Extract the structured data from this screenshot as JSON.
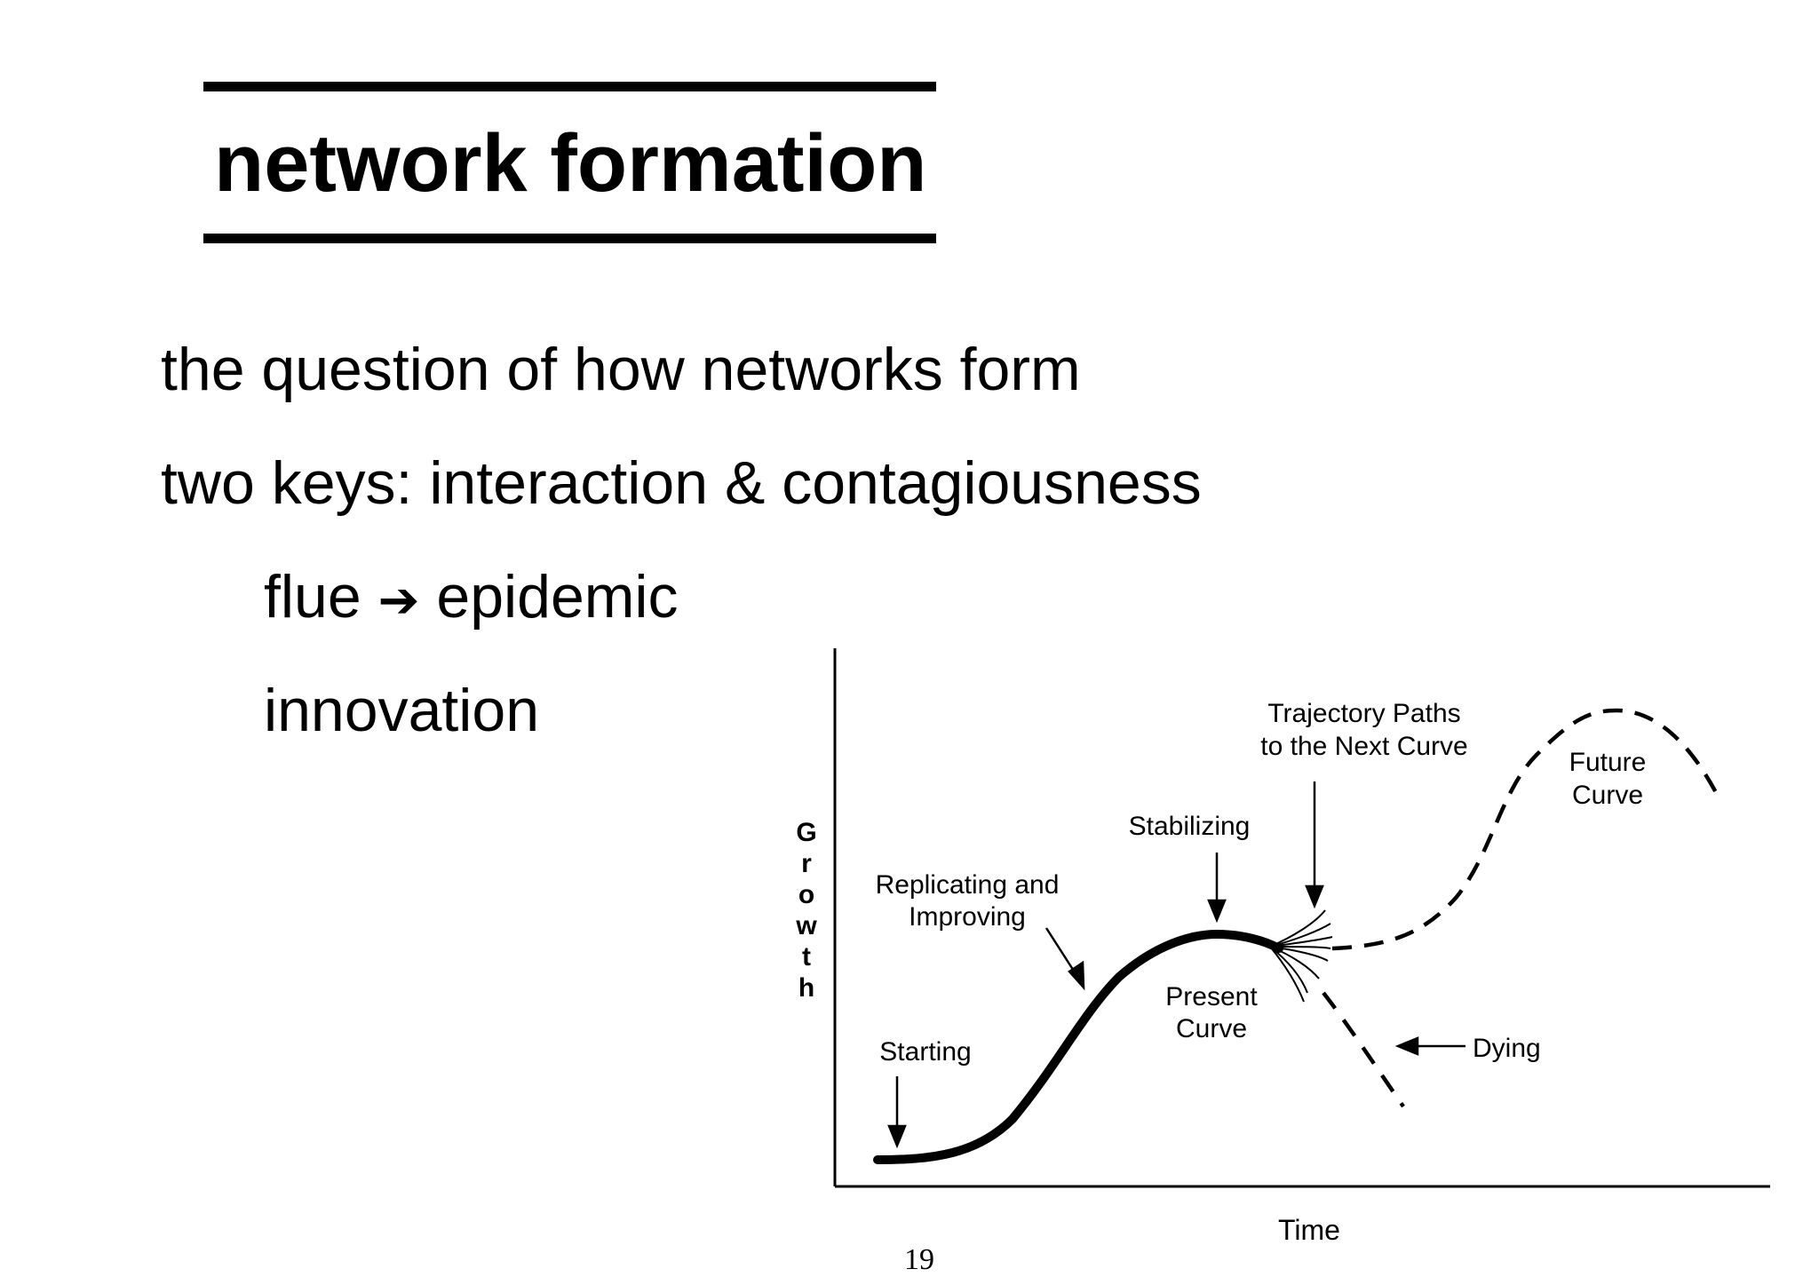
{
  "slide": {
    "title": "network formation",
    "bullets": [
      {
        "text": "the question of how networks form",
        "level": 1
      },
      {
        "text": "two keys: interaction & contagiousness",
        "level": 1
      },
      {
        "text_before": "flue",
        "arrow": "➔",
        "text_after": "epidemic",
        "level": 2
      },
      {
        "text": "innovation",
        "level": 2
      }
    ],
    "page_number": "19"
  },
  "diagram": {
    "axis_x_label": "Time",
    "axis_y_label_letters": [
      "G",
      "r",
      "o",
      "w",
      "t",
      "h"
    ],
    "labels": {
      "starting": "Starting",
      "replicating_line1": "Replicating and",
      "replicating_line2": "Improving",
      "stabilizing": "Stabilizing",
      "trajectory_line1": "Trajectory Paths",
      "trajectory_line2": "to the Next Curve",
      "future_line1": "Future",
      "future_line2": "Curve",
      "present_line1": "Present",
      "present_line2": "Curve",
      "dying": "Dying"
    }
  }
}
